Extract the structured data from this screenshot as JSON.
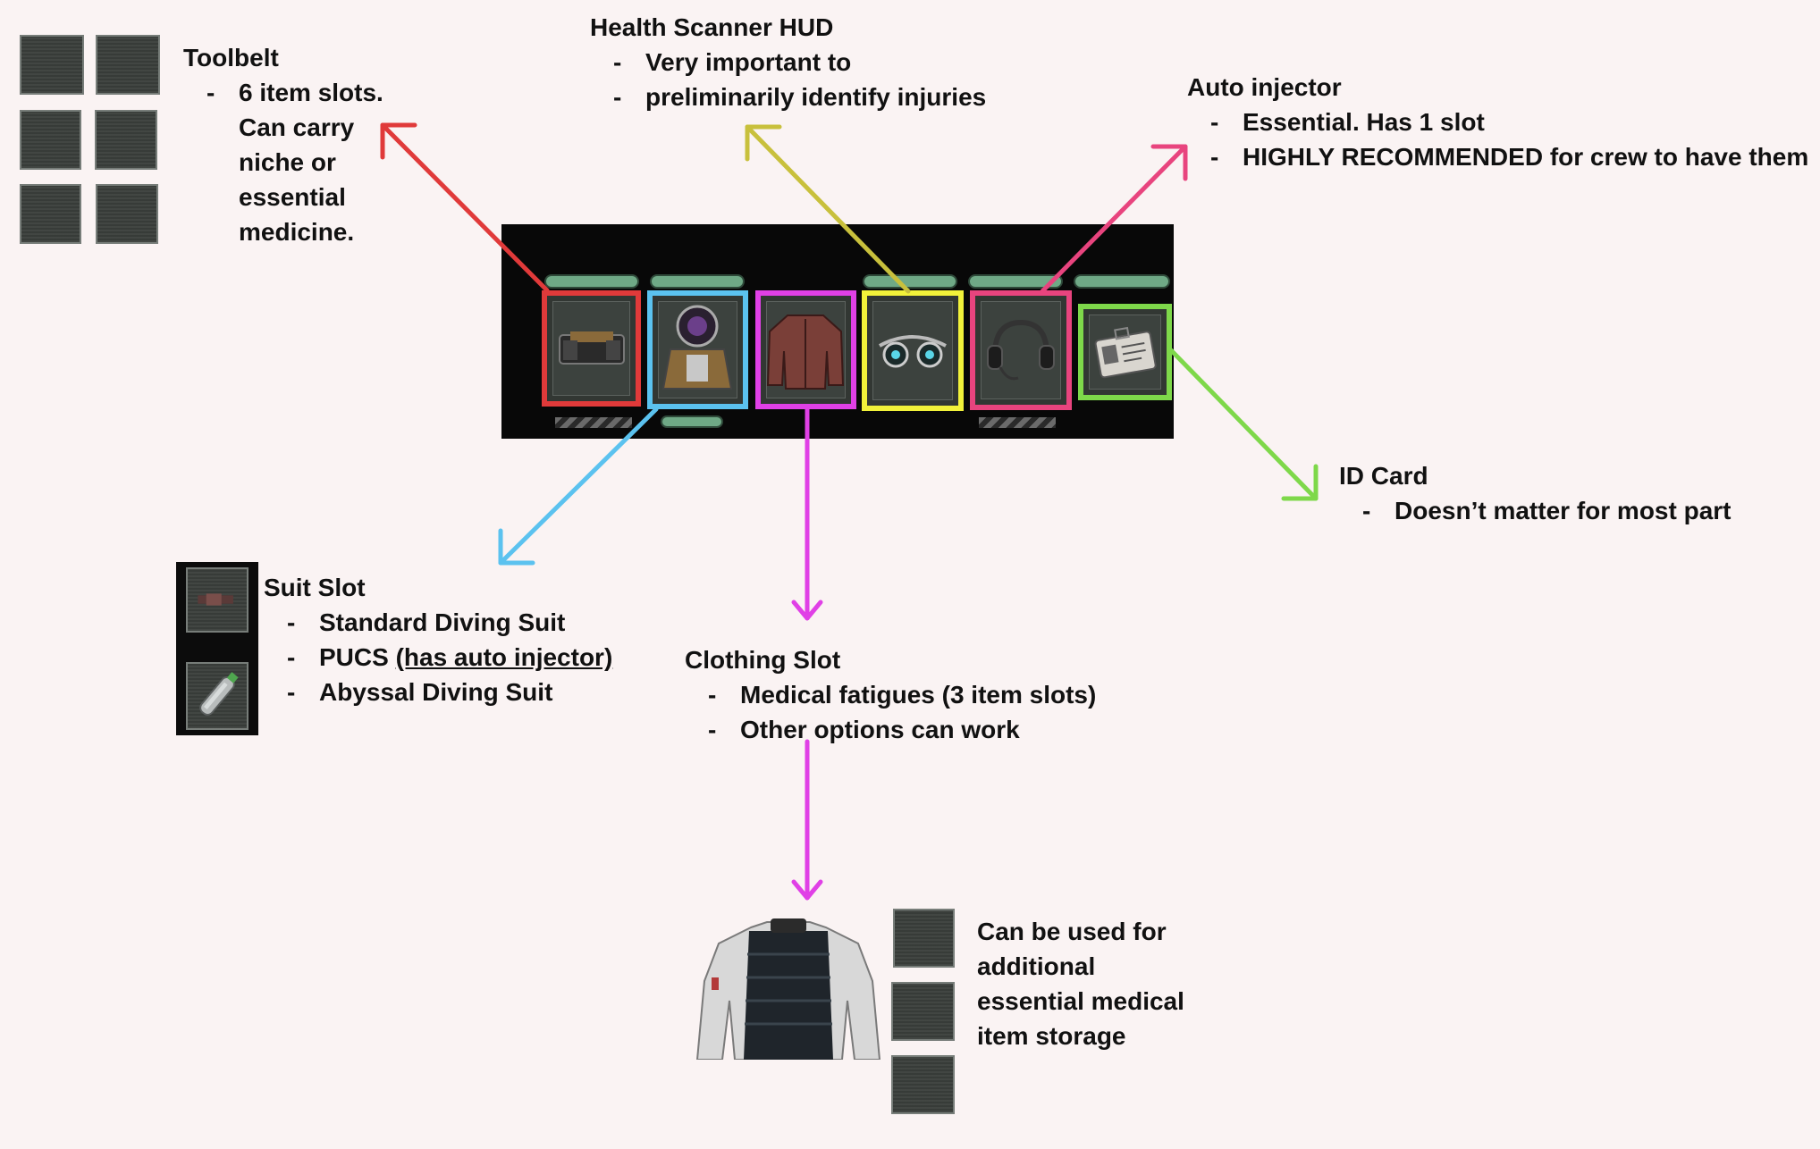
{
  "colors": {
    "background": "#faf3f3",
    "toolbelt": "#e03a3a",
    "suit": "#5bc2ef",
    "clothing": "#e040e6",
    "health_scanner": "#f2f23a",
    "health_scanner_arrow": "#c8c03c",
    "auto_injector": "#e8447e",
    "id_card": "#7ed84a"
  },
  "toolbelt": {
    "title": "Toolbelt",
    "items": [
      "6 item slots.",
      "Can carry",
      "niche or",
      "essential",
      "medicine."
    ]
  },
  "health_scanner": {
    "title": "Health Scanner HUD",
    "items": [
      "Very important to",
      "preliminarily identify injuries"
    ]
  },
  "auto_injector": {
    "title": "Auto injector",
    "items": [
      "Essential. Has 1 slot",
      "HIGHLY RECOMMENDED for crew to have them"
    ]
  },
  "id_card": {
    "title": "ID Card",
    "items": [
      "Doesn’t matter for most part"
    ]
  },
  "suit_slot": {
    "title": "Suit Slot",
    "items": [
      "Standard Diving Suit",
      "PUCS",
      "(has auto injector)",
      "Abyssal Diving Suit"
    ]
  },
  "clothing_slot": {
    "title": "Clothing Slot",
    "items": [
      "Medical fatigues (3 item slots)",
      "Other options can work"
    ]
  },
  "fatigues": {
    "lines": [
      "Can be used for",
      "additional",
      "essential medical",
      "item storage"
    ]
  },
  "icons": {
    "toolbelt_slot": "toolbelt-pouch-icon",
    "suit_slot": "diving-suit-icon",
    "clothing_slot": "jacket-icon",
    "health_scanner_slot": "goggles-icon",
    "auto_injector_slot": "headset-icon",
    "id_card_slot": "id-card-icon",
    "suit_storage": [
      "cartridge-icon",
      "oxygen-tank-icon"
    ],
    "fatigues": "medical-fatigues-icon"
  }
}
